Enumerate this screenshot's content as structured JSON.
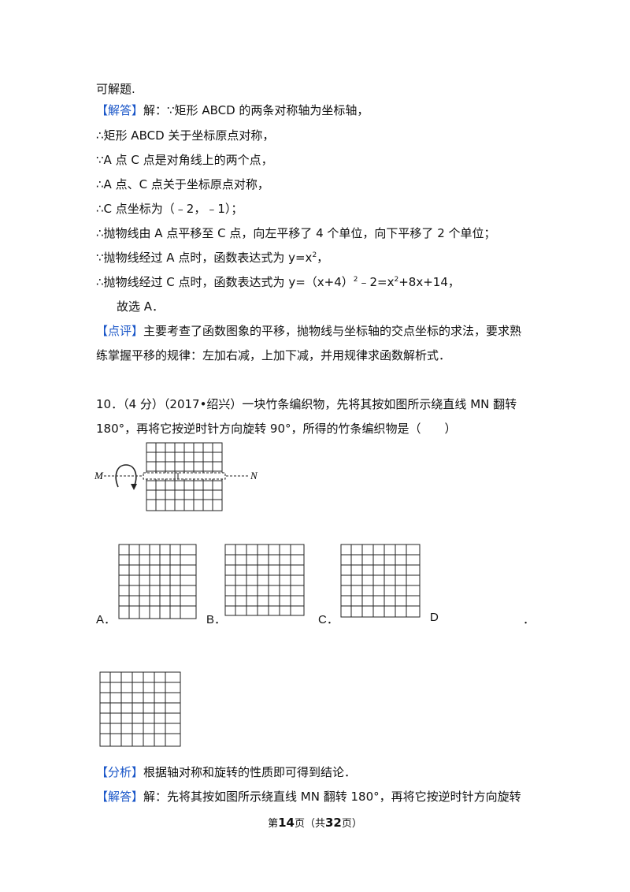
{
  "lines": {
    "l0": "可解题.",
    "l1_tag": "【解答】",
    "l1_text": "解：∵矩形 ABCD 的两条对称轴为坐标轴，",
    "l2": "∴矩形 ABCD 关于坐标原点对称，",
    "l3": "∵A 点 C 点是对角线上的两个点，",
    "l4": "∴A 点、C 点关于坐标原点对称，",
    "l5": "∴C 点坐标为（﹣2，﹣1）；",
    "l6": "∴抛物线由 A 点平移至 C 点，向左平移了 4 个单位，向下平移了 2 个单位；",
    "l7a": "∵抛物线经过 A 点时，函数表达式为 y=x",
    "l7sup": "2",
    "l7b": "，",
    "l8a": "∴抛物线经过 C 点时，函数表达式为 y=（x+4）",
    "l8sup1": "2",
    "l8b": "﹣2=x",
    "l8sup2": "2",
    "l8c": "+8x+14，",
    "l9": "故选 A．",
    "l10_tag": "【点评】",
    "l10_text": "主要考查了函数图象的平移，抛物线与坐标轴的交点坐标的求法，要求熟",
    "l11": "练掌握平移的规律：左加右减，上加下减，并用规律求函数解析式．",
    "l12": "10．（4 分）（2017•绍兴）一块竹条编织物，先将其按如图所示绕直线 MN 翻转",
    "l13": "180°，再将它按逆时针方向旋转 90°，所得的竹条编织物是（　　）",
    "l14_tag": "【分析】",
    "l14_text": "根据轴对称和旋转的性质即可得到结论．",
    "l15_tag": "【解答】",
    "l15_text": "解：先将其按如图所示绕直线 MN 翻转 180°，再将它按逆时针方向旋转"
  },
  "figure": {
    "m_label": "M",
    "n_label": "N"
  },
  "options": {
    "a": "A．",
    "b": "B．",
    "c": "C．",
    "d": "D",
    "dot": "．"
  },
  "footer": {
    "pre": "第",
    "page": "14",
    "mid": "页（共",
    "total": "32",
    "post": "页）"
  },
  "colors": {
    "tag": "#1a56c8",
    "text": "#111111"
  }
}
